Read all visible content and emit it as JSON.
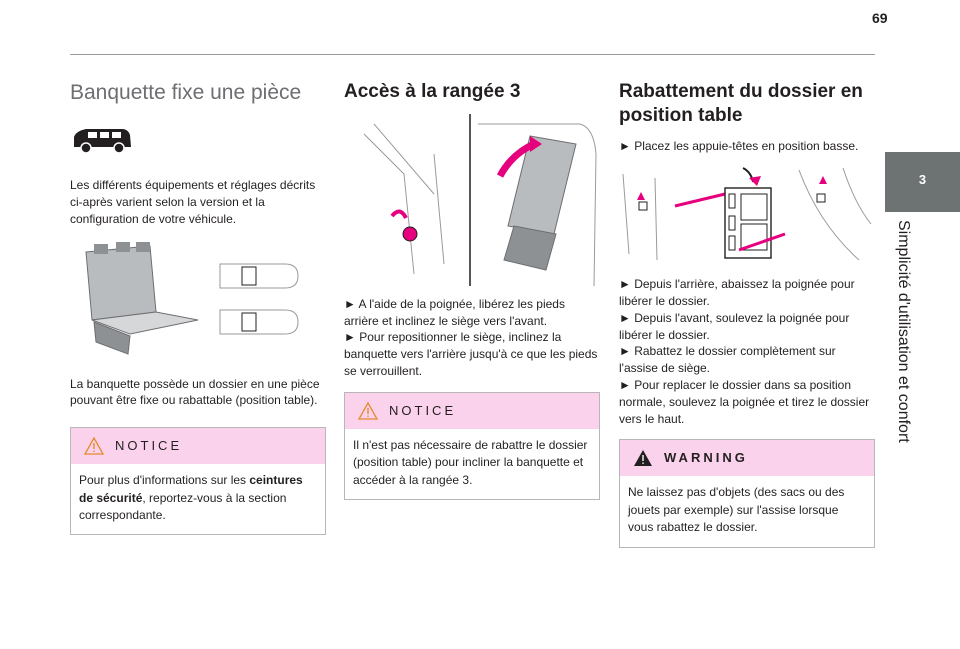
{
  "page_number": "69",
  "side_tab": {
    "number": "3",
    "title": "Simplicité d'utilisation et confort"
  },
  "col1": {
    "title": "Banquette fixe une pièce",
    "intro": "Les différents équipements et réglages décrits ci-après varient selon la version et la configuration de votre véhicule.",
    "body": "La banquette possède un dossier en une pièce pouvant être fixe ou rabattable (position table).",
    "notice": {
      "label": "NOTICE",
      "text_before": "Pour plus d'informations sur les ",
      "text_bold": "ceintures de sécurité",
      "text_after": ", reportez-vous à la section correspondante."
    }
  },
  "col2": {
    "title": "Accès à la rangée 3",
    "steps": [
      "► A l'aide de la poignée, libérez les pieds arrière et inclinez le siège vers l'avant.",
      "► Pour repositionner le siège, inclinez la banquette vers l'arrière jusqu'à ce que les pieds se verrouillent."
    ],
    "notice": {
      "label": "NOTICE",
      "text": "Il n'est pas nécessaire de rabattre le dossier (position table) pour incliner la banquette et accéder à la rangée 3."
    }
  },
  "col3": {
    "title": "Rabattement du dossier en position table",
    "step0": "► Placez les appuie-têtes en position basse.",
    "steps": [
      "► Depuis l'arrière, abaissez la poignée pour libérer le dossier.",
      "► Depuis l'avant, soulevez la poignée pour libérer le dossier.",
      "► Rabattez le dossier complètement sur l'assise de siège.",
      "► Pour replacer le dossier dans sa position normale, soulevez la poignée et tirez le dossier vers le haut."
    ],
    "warning": {
      "label": "WARNING",
      "text": "Ne laissez pas d'objets (des sacs ou des jouets par exemple) sur l'assise lorsque vous rabattez le dossier."
    }
  },
  "colors": {
    "accent_pink": "#e6007e",
    "box_header": "#fad2ec",
    "side_tab": "#6d7273"
  }
}
